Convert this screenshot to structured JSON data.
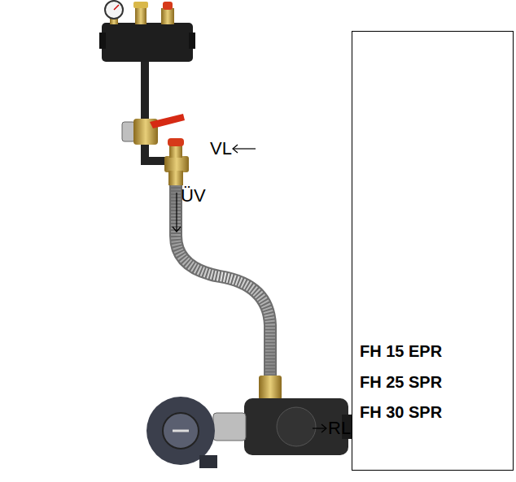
{
  "diagram": {
    "nodes": [
      {
        "text": [
          "FH 15 EPR",
          "FH 25 SPR",
          "FH 30 SPR"
        ]
      }
    ],
    "labels": [
      "VL",
      "ÜV",
      "RL"
    ]
  }
}
